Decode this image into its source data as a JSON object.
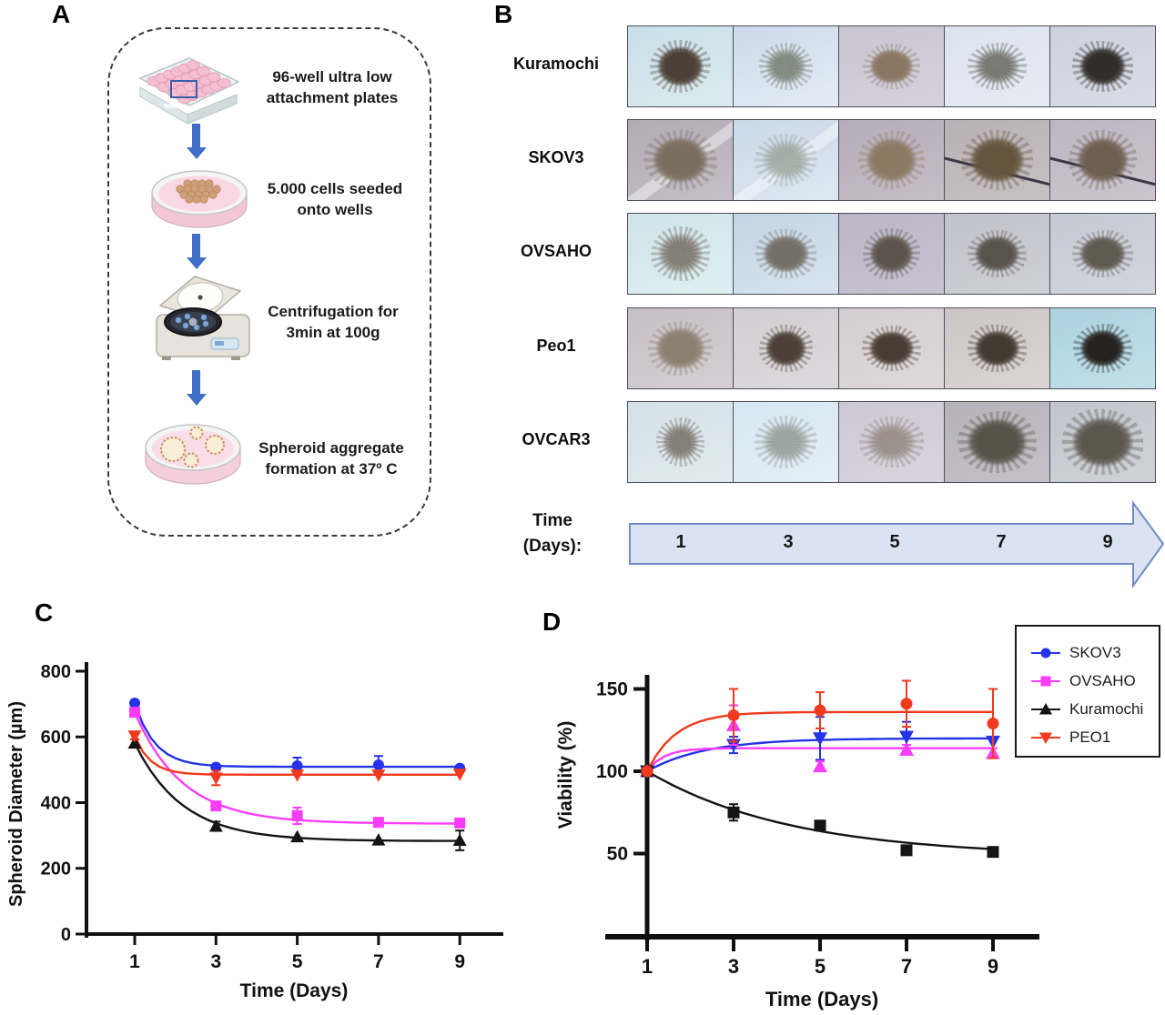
{
  "panelA": {
    "label": "A",
    "steps": [
      {
        "icon": "plate-96well",
        "caption": "96-well ultra low attachment plates"
      },
      {
        "icon": "petri-dish-cells",
        "caption": "5.000 cells seeded onto wells"
      },
      {
        "icon": "centrifuge",
        "caption": "Centrifugation for 3min at 100g"
      },
      {
        "icon": "petri-dish-spheroids",
        "caption": "Spheroid aggregate formation at 37º C"
      }
    ]
  },
  "panelB": {
    "label": "B",
    "time_line1": "Time",
    "time_line2": "(Days):",
    "days": [
      "1",
      "3",
      "5",
      "7",
      "9"
    ],
    "blob_radii": [
      "48% 52% 55% 45% / 52% 46% 56% 48%",
      "54% 46% 48% 52% / 46% 56% 44% 54%",
      "50% 50% 44% 56% / 56% 44% 52% 48%",
      "57% 43% 52% 48% / 48% 52% 46% 54%",
      "44% 56% 50% 50% / 52% 50% 44% 56%"
    ],
    "rows": [
      {
        "label": "Kuramochi",
        "cells": [
          {
            "b1": "#c9dfe8",
            "b2": "#dcebee",
            "blob": "#4c4136",
            "w": 58,
            "h": 66,
            "br": 0
          },
          {
            "b1": "#cdd9ea",
            "b2": "#e4edf6",
            "blob": "#68715f",
            "w": 52,
            "h": 58,
            "br": 1,
            "sparse": true
          },
          {
            "b1": "#c9c5d1",
            "b2": "#d6d2dc",
            "blob": "#8a7663",
            "w": 54,
            "h": 56,
            "br": 2
          },
          {
            "b1": "#dbe3ee",
            "b2": "#e7ecf4",
            "blob": "#5a584e",
            "w": 56,
            "h": 60,
            "br": 3,
            "sparse": true
          },
          {
            "b1": "#ccd1dd",
            "b2": "#d9dde7",
            "blob": "#312e29",
            "w": 58,
            "h": 64,
            "br": 4
          }
        ]
      },
      {
        "label": "SKOV3",
        "cells": [
          {
            "b1": "#b2aab4",
            "b2": "#c5bfc7",
            "blob": "#7a6e5e",
            "w": 70,
            "h": 76,
            "br": 1,
            "glass": true
          },
          {
            "b1": "#cbd8e8",
            "b2": "#dee8f2",
            "blob": "#949e92",
            "w": 60,
            "h": 66,
            "br": 0,
            "glass": true,
            "sparse": true
          },
          {
            "b1": "#b6acba",
            "b2": "#c5bdc7",
            "blob": "#8c7963",
            "w": 64,
            "h": 72,
            "br": 3
          },
          {
            "b1": "#b8b0b4",
            "b2": "#c8c1c3",
            "blob": "#64553f",
            "w": 68,
            "h": 74,
            "br": 2,
            "fiber": true
          },
          {
            "b1": "#bdb5c1",
            "b2": "#ccc5cf",
            "blob": "#6d6050",
            "w": 66,
            "h": 74,
            "br": 0,
            "fiber": true
          }
        ]
      },
      {
        "label": "OVSAHO",
        "cells": [
          {
            "b1": "#cfe4e9",
            "b2": "#def0f2",
            "blob": "#6b5f52",
            "w": 56,
            "h": 68,
            "br": 2,
            "sparse": true
          },
          {
            "b1": "#c5d5e5",
            "b2": "#d7e3ef",
            "blob": "#757067",
            "w": 58,
            "h": 62,
            "br": 4
          },
          {
            "b1": "#bab6c6",
            "b2": "#c7c3d1",
            "blob": "#5d554d",
            "w": 54,
            "h": 64,
            "br": 0
          },
          {
            "b1": "#c2c2cc",
            "b2": "#cfcfd7",
            "blob": "#59534b",
            "w": 56,
            "h": 60,
            "br": 1
          },
          {
            "b1": "#c5c9d3",
            "b2": "#d1d5dd",
            "blob": "#605950",
            "w": 58,
            "h": 58,
            "br": 3
          }
        ]
      },
      {
        "label": "Peo1",
        "cells": [
          {
            "b1": "#c7bfc5",
            "b2": "#d5cfd3",
            "blob": "#8b8070",
            "w": 62,
            "h": 68,
            "br": 0
          },
          {
            "b1": "#d1cdd1",
            "b2": "#dddade",
            "blob": "#4d4137",
            "w": 52,
            "h": 60,
            "br": 2
          },
          {
            "b1": "#d5cdd1",
            "b2": "#dfd9db",
            "blob": "#493d33",
            "w": 56,
            "h": 56,
            "br": 1
          },
          {
            "b1": "#cdc5c5",
            "b2": "#dbd5d3",
            "blob": "#423930",
            "w": 56,
            "h": 60,
            "br": 4
          },
          {
            "b1": "#aad2e0",
            "b2": "#c3e1e9",
            "blob": "#262220",
            "w": 56,
            "h": 62,
            "br": 3
          }
        ]
      },
      {
        "label": "OVCAR3",
        "cells": [
          {
            "b1": "#d4e0e7",
            "b2": "#e1ebef",
            "blob": "#6c6055",
            "w": 46,
            "h": 62,
            "br": 1,
            "sparse": true
          },
          {
            "b1": "#d7e7f1",
            "b2": "#e5eff7",
            "blob": "#899088",
            "w": 60,
            "h": 66,
            "br": 0,
            "sparse": true
          },
          {
            "b1": "#ccc8d4",
            "b2": "#d9d5df",
            "blob": "#8b7f74",
            "w": 62,
            "h": 64,
            "br": 2,
            "sparse": true
          },
          {
            "b1": "#b6b2ba",
            "b2": "#c5c1c7",
            "blob": "#585249",
            "w": 76,
            "h": 78,
            "br": 3
          },
          {
            "b1": "#c1c5cd",
            "b2": "#cfd3d9",
            "blob": "#5d564d",
            "w": 78,
            "h": 82,
            "br": 4
          }
        ]
      }
    ]
  },
  "chart_data": [
    {
      "panel": "C",
      "type": "line",
      "x": [
        1,
        3,
        5,
        7,
        9
      ],
      "xlabel": "Time (Days)",
      "ylabel": "Spheroid Diameter (µm)",
      "ylim": [
        0,
        800
      ],
      "yticks": [
        0,
        200,
        400,
        600,
        800
      ],
      "xticks": [
        "1",
        "3",
        "5",
        "7",
        "9"
      ],
      "grid": false,
      "series": [
        {
          "name": "SKOV3",
          "color": "#2433e8",
          "marker": "circle",
          "values": [
            703,
            508,
            512,
            515,
            505
          ],
          "err": [
            8,
            6,
            25,
            27,
            6
          ],
          "fit": {
            "start": 703,
            "plateau": 509,
            "k": 2.0
          }
        },
        {
          "name": "OVSAHO",
          "color": "#fb3cfb",
          "marker": "square",
          "values": [
            675,
            390,
            360,
            340,
            338
          ],
          "err": [
            10,
            8,
            25,
            6,
            6
          ],
          "fit": {
            "start": 675,
            "plateau": 336,
            "k": 0.85
          }
        },
        {
          "name": "Kuramochi",
          "color": "#141414",
          "marker": "triangle-up",
          "values": [
            581,
            328,
            296,
            286,
            285
          ],
          "err": [
            12,
            14,
            6,
            6,
            30
          ],
          "fit": {
            "start": 581,
            "plateau": 283,
            "k": 0.85
          }
        },
        {
          "name": "PEO1",
          "color": "#f1391d",
          "marker": "triangle-down",
          "values": [
            603,
            475,
            484,
            484,
            487
          ],
          "err": [
            10,
            22,
            8,
            8,
            6
          ],
          "fit": {
            "start": 603,
            "plateau": 485,
            "k": 2.6
          }
        }
      ]
    },
    {
      "panel": "D",
      "type": "line",
      "x": [
        1,
        3,
        5,
        7,
        9
      ],
      "xlabel": "Time (Days)",
      "ylabel": "Viability (%)",
      "ylim": [
        0,
        160
      ],
      "yticks": [
        50,
        100,
        150
      ],
      "xticks": [
        "1",
        "3",
        "5",
        "7",
        "9"
      ],
      "grid": false,
      "legend_position": "top-right",
      "series": [
        {
          "name": "SKOV3",
          "color": "#2433e8",
          "marker": "triangle-down",
          "values": [
            100,
            116,
            120,
            121,
            118
          ],
          "err": [
            2,
            5,
            13,
            9,
            9
          ],
          "fit": {
            "start": 100,
            "plateau": 120,
            "k": 0.75
          }
        },
        {
          "name": "OVSAHO",
          "color": "#fb3cfb",
          "marker": "triangle-up",
          "values": [
            100,
            128,
            103,
            113,
            111
          ],
          "err": [
            2,
            12,
            3,
            3,
            3
          ],
          "fit": {
            "start": 100,
            "plateau": 114,
            "k": 2.6
          }
        },
        {
          "name": "Kuramochi",
          "color": "#141414",
          "marker": "square",
          "values": [
            100,
            75,
            67,
            52,
            51
          ],
          "err": [
            2,
            5,
            2,
            2,
            2
          ],
          "fit": {
            "start": 100,
            "plateau": 48,
            "k": 0.3
          }
        },
        {
          "name": "PEO1",
          "color": "#f1391d",
          "marker": "circle",
          "values": [
            100,
            134,
            137,
            141,
            129
          ],
          "err": [
            2,
            16,
            11,
            14,
            21
          ],
          "fit": {
            "start": 100,
            "plateau": 136,
            "k": 1.5
          }
        }
      ]
    }
  ],
  "legend": {
    "items": [
      {
        "label": "SKOV3",
        "color": "#2433e8",
        "marker": "circle"
      },
      {
        "label": "OVSAHO",
        "color": "#fb3cfb",
        "marker": "square"
      },
      {
        "label": "Kuramochi",
        "color": "#141414",
        "marker": "triangle-up"
      },
      {
        "label": "PEO1",
        "color": "#f1391d",
        "marker": "triangle-down"
      }
    ]
  },
  "panelC": {
    "label": "C"
  },
  "panelD": {
    "label": "D"
  },
  "colors": {
    "arrow_blue": "#3f6fc6",
    "time_arrow_fill": "#dbe3f2",
    "time_arrow_stroke": "#6e8cc3"
  }
}
